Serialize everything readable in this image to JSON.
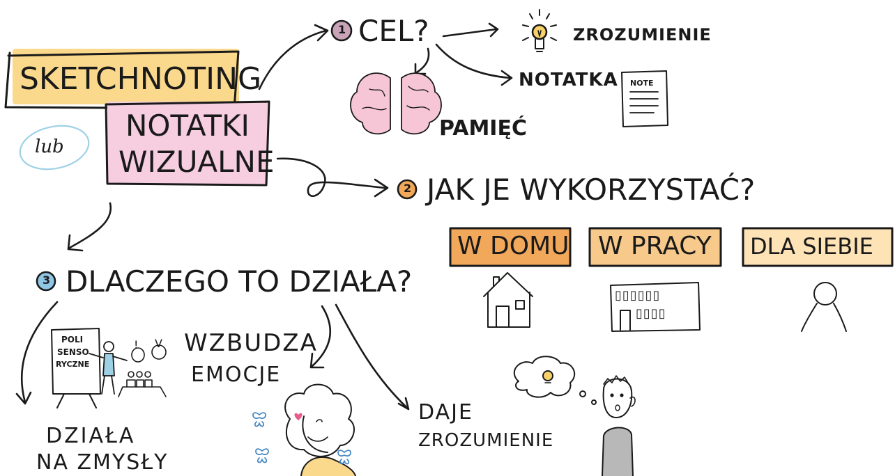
{
  "colors": {
    "ink": "#1a1a1a",
    "yellow": "#fbd98c",
    "pink": "#f7cde0",
    "orange": "#f2a85a",
    "light_orange": "#f7c98a",
    "peach": "#fde3b5",
    "brain": "#f6c6d6",
    "blue_oval": "#9fd1e6",
    "bulb": "#f7d26b",
    "num1": "#c9a3b8",
    "num2": "#f2a85a",
    "num3": "#8fc6e3"
  },
  "title": {
    "main": "SKETCHNOTING",
    "or": "lub",
    "alt_line1": "NOTATKI",
    "alt_line2": "WIZUALNE"
  },
  "section1": {
    "number": "1",
    "heading": "CEL?",
    "branch_understanding": "ZROZUMIENIE",
    "branch_note": "NOTATKA",
    "note_card": "NOTE",
    "branch_memory": "PAMIĘĆ"
  },
  "section2": {
    "number": "2",
    "heading": "JAK JE WYKORZYSTAĆ?",
    "boxes": [
      "W DOMU",
      "W PRACY",
      "DLA SIEBIE"
    ]
  },
  "section3": {
    "number": "3",
    "heading": "DLACZEGO TO DZIAŁA?",
    "board_lines": [
      "POLI",
      "SENSO",
      "RYCZNE"
    ],
    "branch_senses_line1": "DZIAŁA",
    "branch_senses_line2": "NA ZMYSŁY",
    "branch_emotions_line1": "WZBUDZA",
    "branch_emotions_line2": "EMOCJE",
    "branch_understanding_line1": "DAJE",
    "branch_understanding_line2": "ZROZUMIENIE",
    "bubble_marks": [
      "!",
      "V"
    ]
  },
  "icons": [
    "lightbulb-icon",
    "note-card-icon",
    "brain-icon",
    "house-icon",
    "office-building-icon",
    "person-icon",
    "presentation-board-icon",
    "teacher-icon",
    "audience-icon",
    "woman-face-icon",
    "butterfly-icon",
    "thought-bubble-icon",
    "thinking-boy-icon"
  ]
}
